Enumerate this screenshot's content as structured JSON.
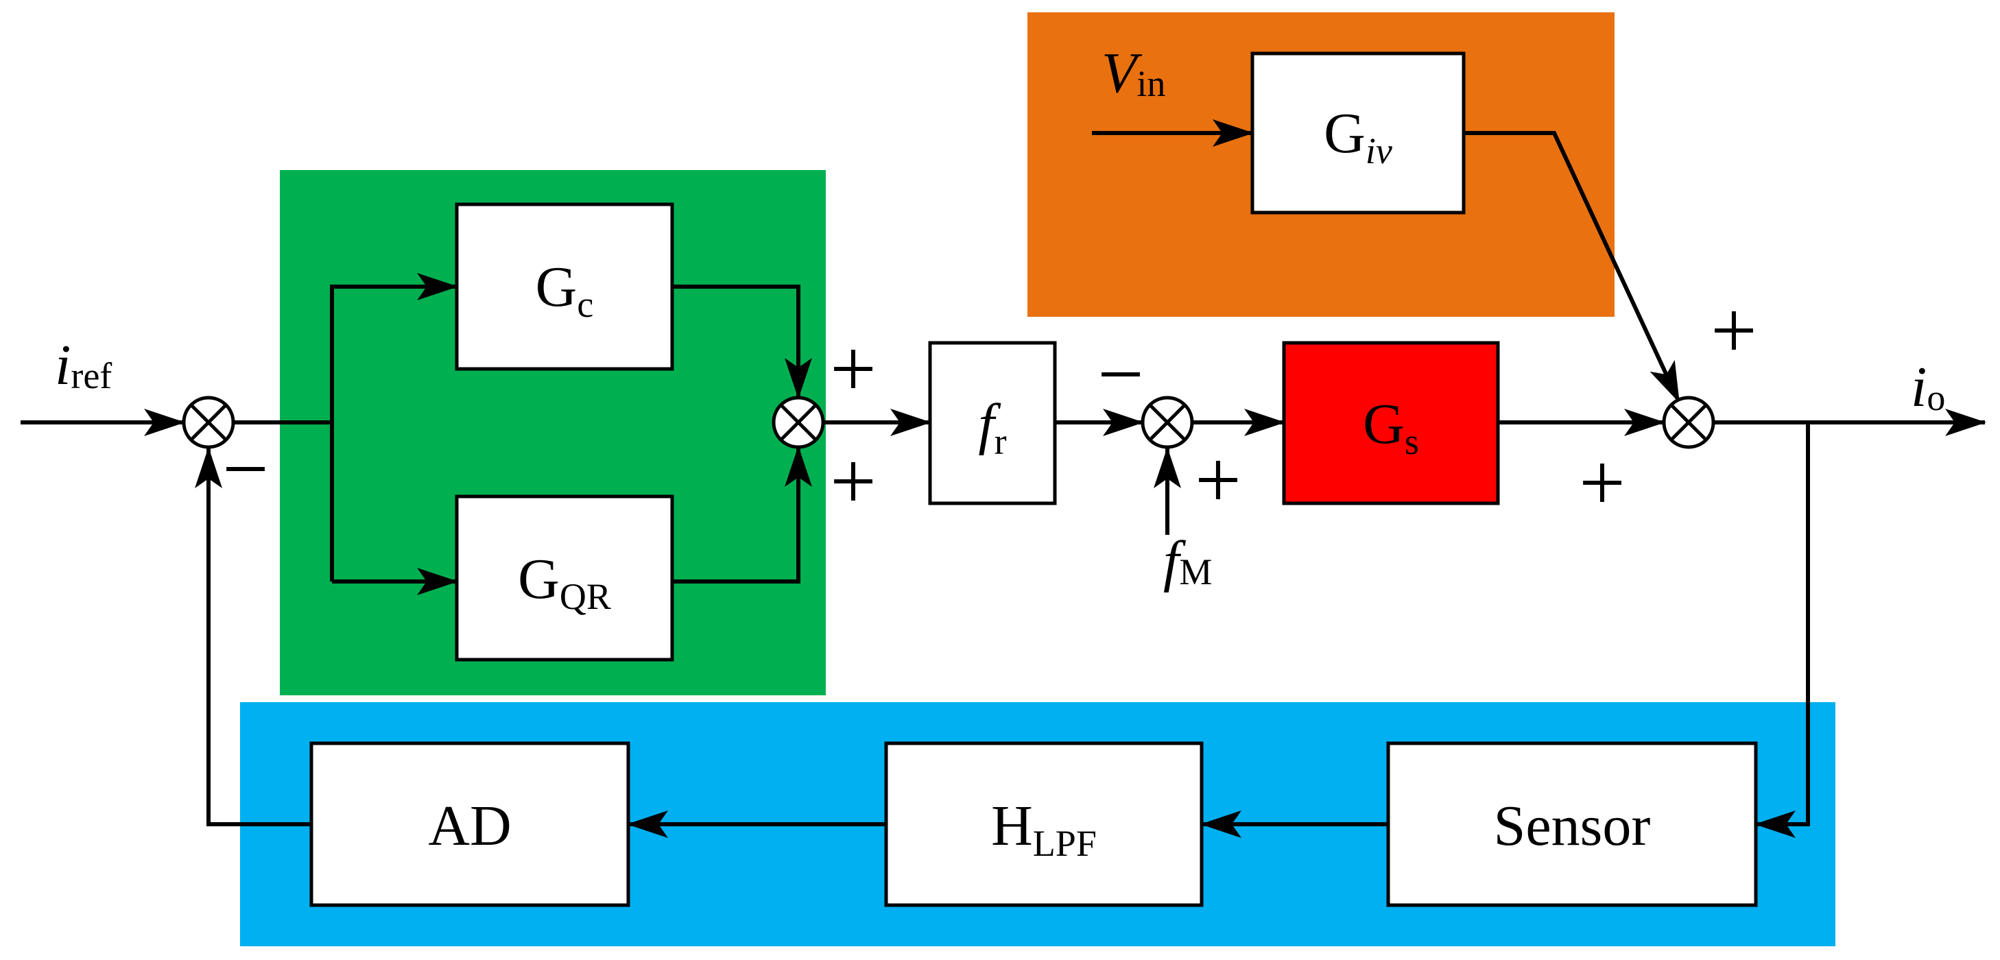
{
  "colors": {
    "green_region": "#00b050",
    "orange_region": "#e97110",
    "blue_region": "#00b0f0",
    "plant_block": "#ff0000",
    "block_fill": "#ffffff",
    "stroke": "#000000"
  },
  "blocks": {
    "gc": {
      "main": "G",
      "sub": "c"
    },
    "gqr": {
      "main": "G",
      "sub": "QR"
    },
    "fr": {
      "main": "f",
      "sub": "r"
    },
    "gs": {
      "main": "G",
      "sub": "s"
    },
    "giv": {
      "main": "G",
      "sub": "iv"
    },
    "ad": {
      "main": "AD"
    },
    "hlpf": {
      "main": "H",
      "sub": "LPF"
    },
    "sensor": {
      "main": "Sensor"
    }
  },
  "signals": {
    "iref": {
      "main": "i",
      "sub": "ref"
    },
    "io": {
      "main": "i",
      "sub": "o"
    },
    "vin": {
      "main": "V",
      "sub": "in"
    },
    "fm": {
      "main": "f",
      "sub": "M"
    }
  },
  "signs": {
    "sum1_feedback": "−",
    "sum2_top": "+",
    "sum2_bottom": "+",
    "sum3_input": "−",
    "sum3_fm": "+",
    "sum4_top": "+",
    "sum4_left": "+"
  }
}
